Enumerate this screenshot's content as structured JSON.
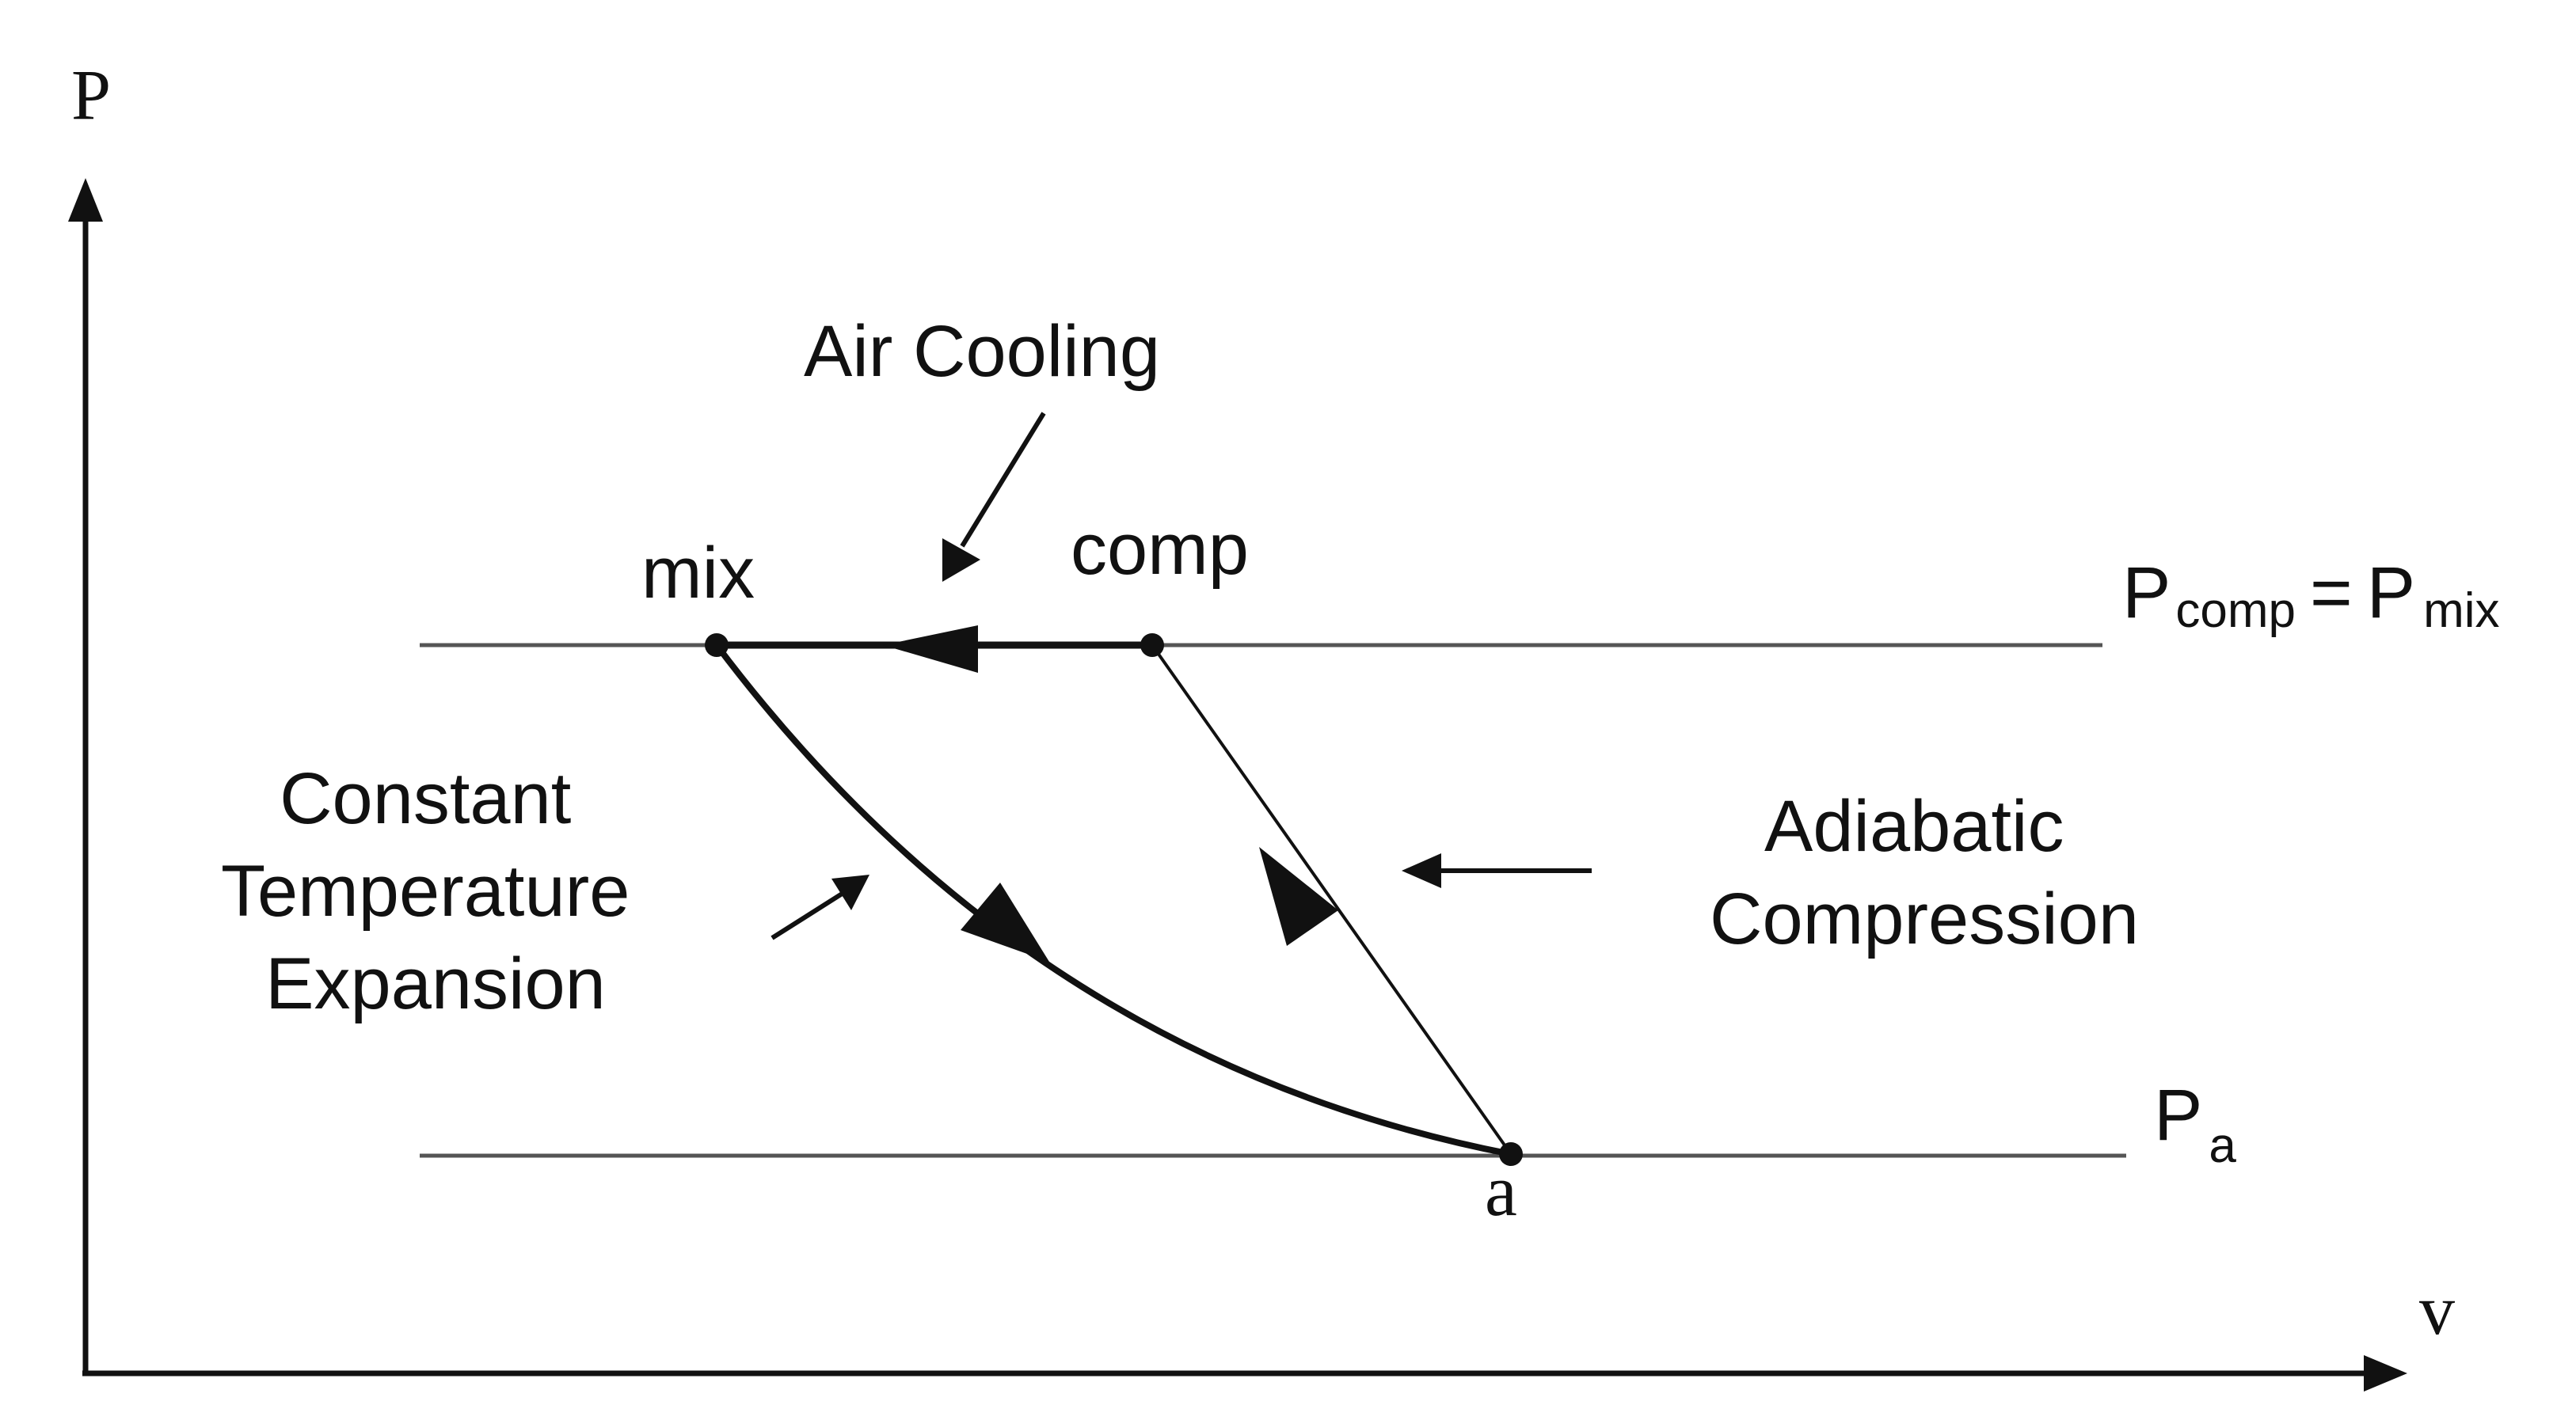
{
  "axes": {
    "y_label": "P",
    "x_label": "v"
  },
  "points": {
    "mix": "mix",
    "comp": "comp",
    "a": "a"
  },
  "pressure_lines": {
    "upper": {
      "p1": "P",
      "sub1": "comp",
      "eq": "=",
      "p2": "P",
      "sub2": "mix"
    },
    "lower": {
      "p": "P",
      "sub": "a"
    }
  },
  "processes": {
    "air_cooling": "Air Cooling",
    "expansion": [
      "Constant",
      "Temperature",
      "Expansion"
    ],
    "compression": [
      "Adiabatic",
      "Compression"
    ]
  },
  "colors": {
    "ink": "#111111",
    "line": "#555555",
    "background": "#ffffff"
  }
}
